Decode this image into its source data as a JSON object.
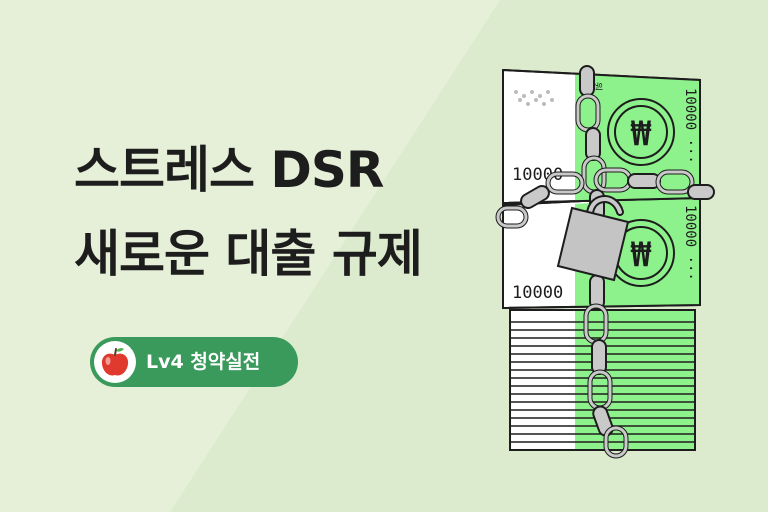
{
  "title": {
    "line1": "스트레스 DSR",
    "line2": "새로운 대출 규제"
  },
  "badge": {
    "icon": "apple-icon",
    "label": "Lv4 청약실전"
  },
  "illustration": {
    "bill_top": {
      "amount": "10000",
      "side_amount": "10000 ···",
      "unit": "원",
      "currency_symbol": "₩"
    },
    "bill_bottom": {
      "amount": "10000",
      "side_amount": "10000 ···",
      "currency_symbol": "₩"
    },
    "icons": [
      "chain-icon",
      "padlock-icon"
    ]
  },
  "colors": {
    "background": "#e6f0d8",
    "diagonal": "#ddebcf",
    "bill_green": "#8ef28c",
    "badge_green": "#3a9a5c",
    "text": "#1d1d1d",
    "apple_red": "#e03a2e"
  }
}
